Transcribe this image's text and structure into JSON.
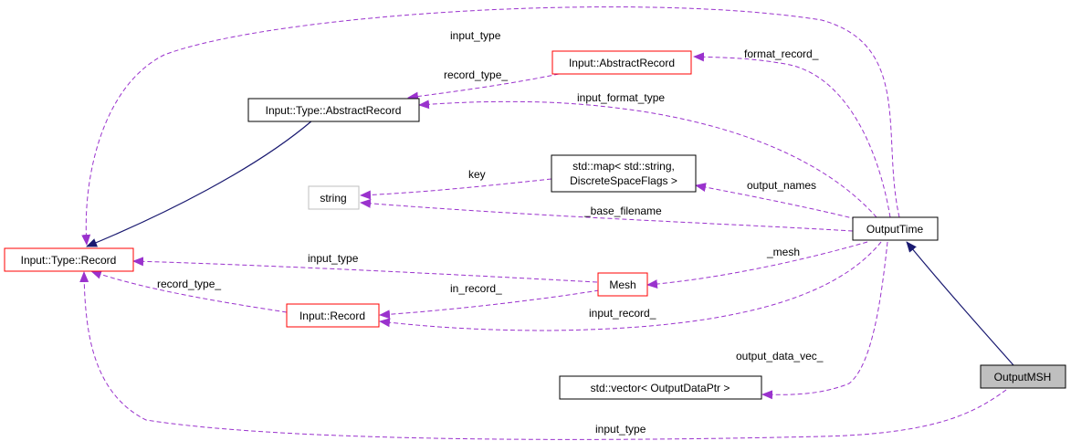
{
  "colors": {
    "usage_edge": "#9a32cd",
    "inheritance_edge": "#191970",
    "red_border": "#ff0000",
    "grey_border": "#bfbfbf",
    "black_border": "#000000",
    "focus_fill": "#bfbfbf"
  },
  "nodes": {
    "output_msh": {
      "label": "OutputMSH",
      "style": "focus"
    },
    "output_time": {
      "label": "OutputTime",
      "style": "normal"
    },
    "abstract_record": {
      "label": "Input::AbstractRecord",
      "style": "red"
    },
    "type_abstract_record": {
      "label": "Input::Type::AbstractRecord",
      "style": "normal"
    },
    "std_map": {
      "line1": "std::map< std::string,",
      "line2": "DiscreteSpaceFlags >",
      "style": "normal"
    },
    "string": {
      "label": "string",
      "style": "grey"
    },
    "type_record": {
      "label": "Input::Type::Record",
      "style": "red"
    },
    "mesh": {
      "label": "Mesh",
      "style": "red"
    },
    "input_record": {
      "label": "Input::Record",
      "style": "red"
    },
    "std_vector": {
      "label": "std::vector< OutputDataPtr >",
      "style": "normal"
    }
  },
  "edge_labels": {
    "input_type_top": "input_type",
    "format_record": "format_record_",
    "record_type_top": "record_type_",
    "input_format_type": "input_format_type",
    "key": "key",
    "output_names": "output_names",
    "base_filename": "_base_filename",
    "input_type_mid": "input_type",
    "mesh": "_mesh",
    "record_type_mid": "record_type_",
    "in_record": "in_record_",
    "input_record": "input_record_",
    "output_data_vec": "output_data_vec_",
    "input_type_bottom": "input_type"
  }
}
